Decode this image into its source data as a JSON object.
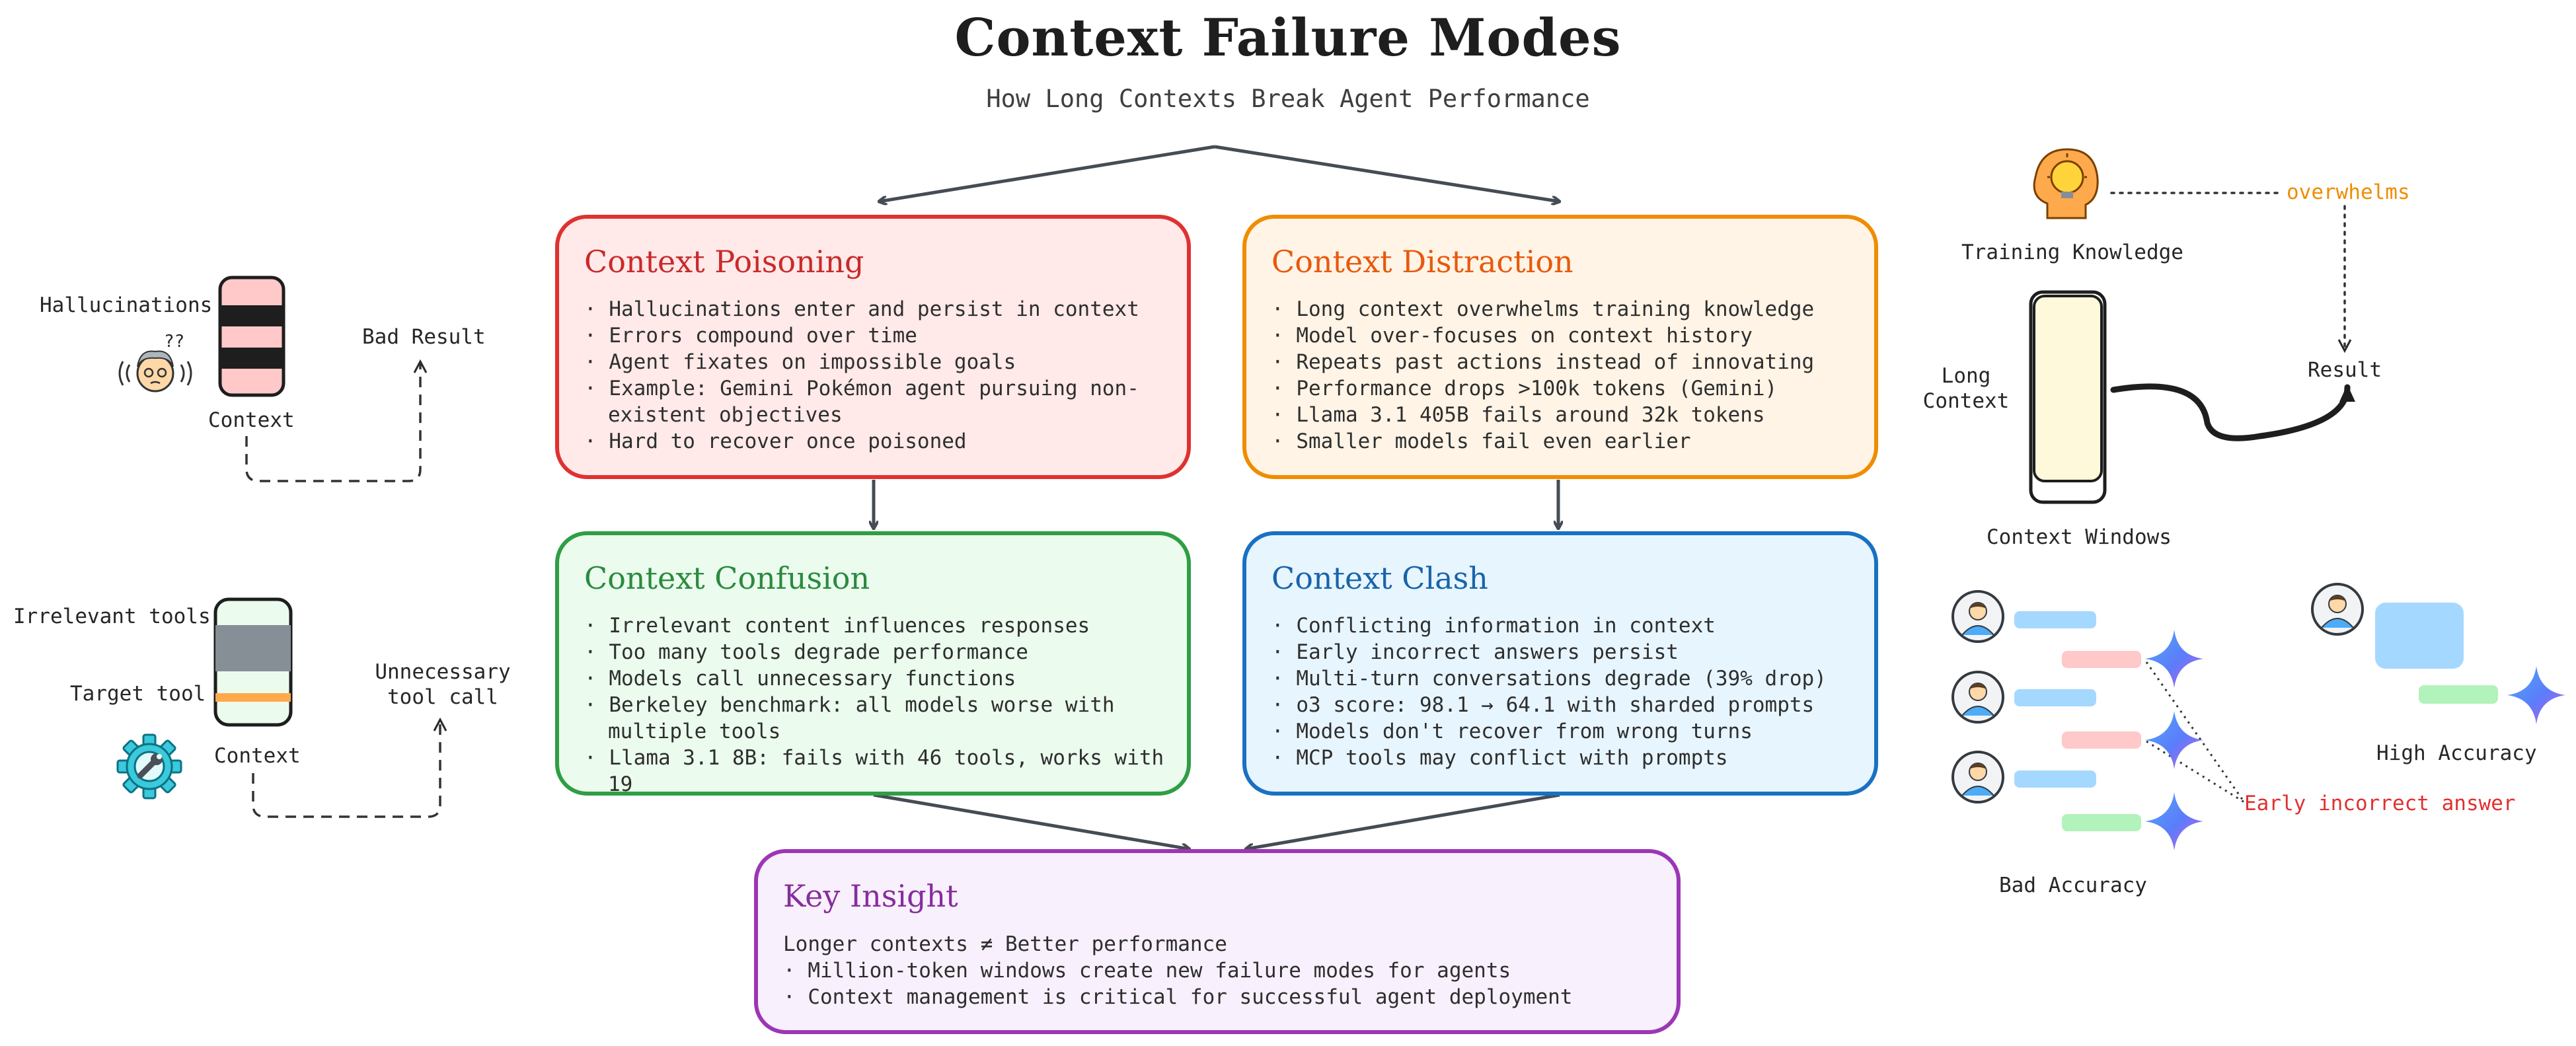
{
  "header": {
    "title": "Context Failure Modes",
    "subtitle": "How Long Contexts Break Agent Performance"
  },
  "cards": {
    "poisoning": {
      "title": "Context Poisoning",
      "items": [
        "Hallucinations enter and persist in context",
        "Errors compound over time",
        "Agent fixates on impossible goals",
        "Example: Gemini Pokémon agent pursuing non-existent objectives",
        "Hard to recover once poisoned"
      ],
      "colors": {
        "border": "#e03131",
        "fill": "#ffe9e9",
        "title": "#c92a2a"
      }
    },
    "distraction": {
      "title": "Context Distraction",
      "items": [
        "Long context overwhelms training knowledge",
        "Model over-focuses on context history",
        "Repeats past actions instead of innovating",
        "Performance drops >100k tokens (Gemini)",
        "Llama 3.1 405B fails around 32k tokens",
        "Smaller models fail even earlier"
      ],
      "colors": {
        "border": "#f08c00",
        "fill": "#fff4e6",
        "title": "#e8590c"
      }
    },
    "confusion": {
      "title": "Context Confusion",
      "items": [
        "Irrelevant content influences responses",
        "Too many tools degrade performance",
        "Models call unnecessary functions",
        "Berkeley benchmark: all models worse with multiple tools",
        "Llama 3.1 8B: fails with 46 tools, works with 19"
      ],
      "colors": {
        "border": "#2f9e44",
        "fill": "#ebfbee",
        "title": "#2b8a3e"
      }
    },
    "clash": {
      "title": "Context Clash",
      "items": [
        "Conflicting information in context",
        "Early incorrect answers persist",
        "Multi-turn conversations degrade (39% drop)",
        "o3 score: 98.1 → 64.1 with sharded prompts",
        "Models don't recover from wrong turns",
        "MCP tools may conflict with prompts"
      ],
      "colors": {
        "border": "#1971c2",
        "fill": "#e7f5ff",
        "title": "#1864ab"
      }
    },
    "insight": {
      "title": "Key Insight",
      "lead": "Longer contexts ≠ Better performance",
      "items": [
        "Million-token windows create new failure modes for agents",
        "Context management is critical for successful agent deployment"
      ],
      "colors": {
        "border": "#9c36b5",
        "fill": "#f8f0fc",
        "title": "#862e9c"
      }
    }
  },
  "left_top": {
    "hallucinations": "Hallucinations",
    "context": "Context",
    "bad_result": "Bad Result",
    "question_mark": "??"
  },
  "left_bottom": {
    "irrelevant_tools": "Irrelevant tools",
    "target_tool": "Target tool",
    "context": "Context",
    "unnecessary_line1": "Unnecessary",
    "unnecessary_line2": "tool call"
  },
  "right_top": {
    "training_knowledge": "Training Knowledge",
    "overwhelms": "overwhelms",
    "long_line1": "Long",
    "long_line2": "Context",
    "result": "Result",
    "context_windows": "Context Windows"
  },
  "right_bottom": {
    "early_incorrect": "Early incorrect answer",
    "bad_accuracy": "Bad Accuracy",
    "high_accuracy": "High Accuracy"
  },
  "icons": {
    "confused_person": "confused-person-icon",
    "gear": "gear-wrench-icon",
    "lightbulb_head": "lightbulb-head-icon",
    "user": "user-avatar-icon",
    "sparkle": "gemini-sparkle-icon"
  }
}
